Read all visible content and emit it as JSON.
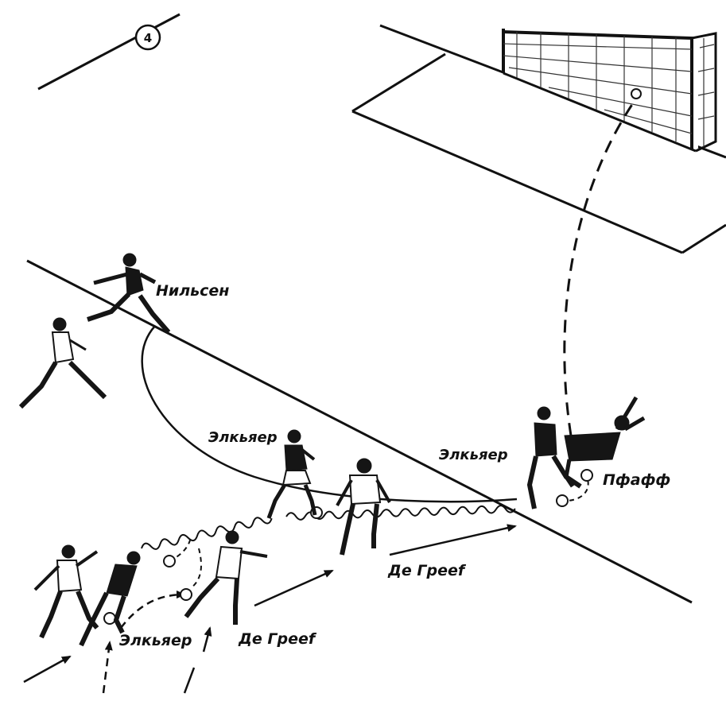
{
  "figure": {
    "number": "4",
    "colors": {
      "ink": "#111111",
      "paper": "#ffffff"
    },
    "labels": {
      "nilsen": "Нильсен",
      "elkjaer_middle": "Элкьяер",
      "elkjaer_right": "Элкьяер",
      "pfaff": "Пфафф",
      "de_greef_middle": "Де Греef",
      "elkjaer_bottom": "Элкьяер",
      "de_greef_bottom": "Де Греef"
    }
  }
}
